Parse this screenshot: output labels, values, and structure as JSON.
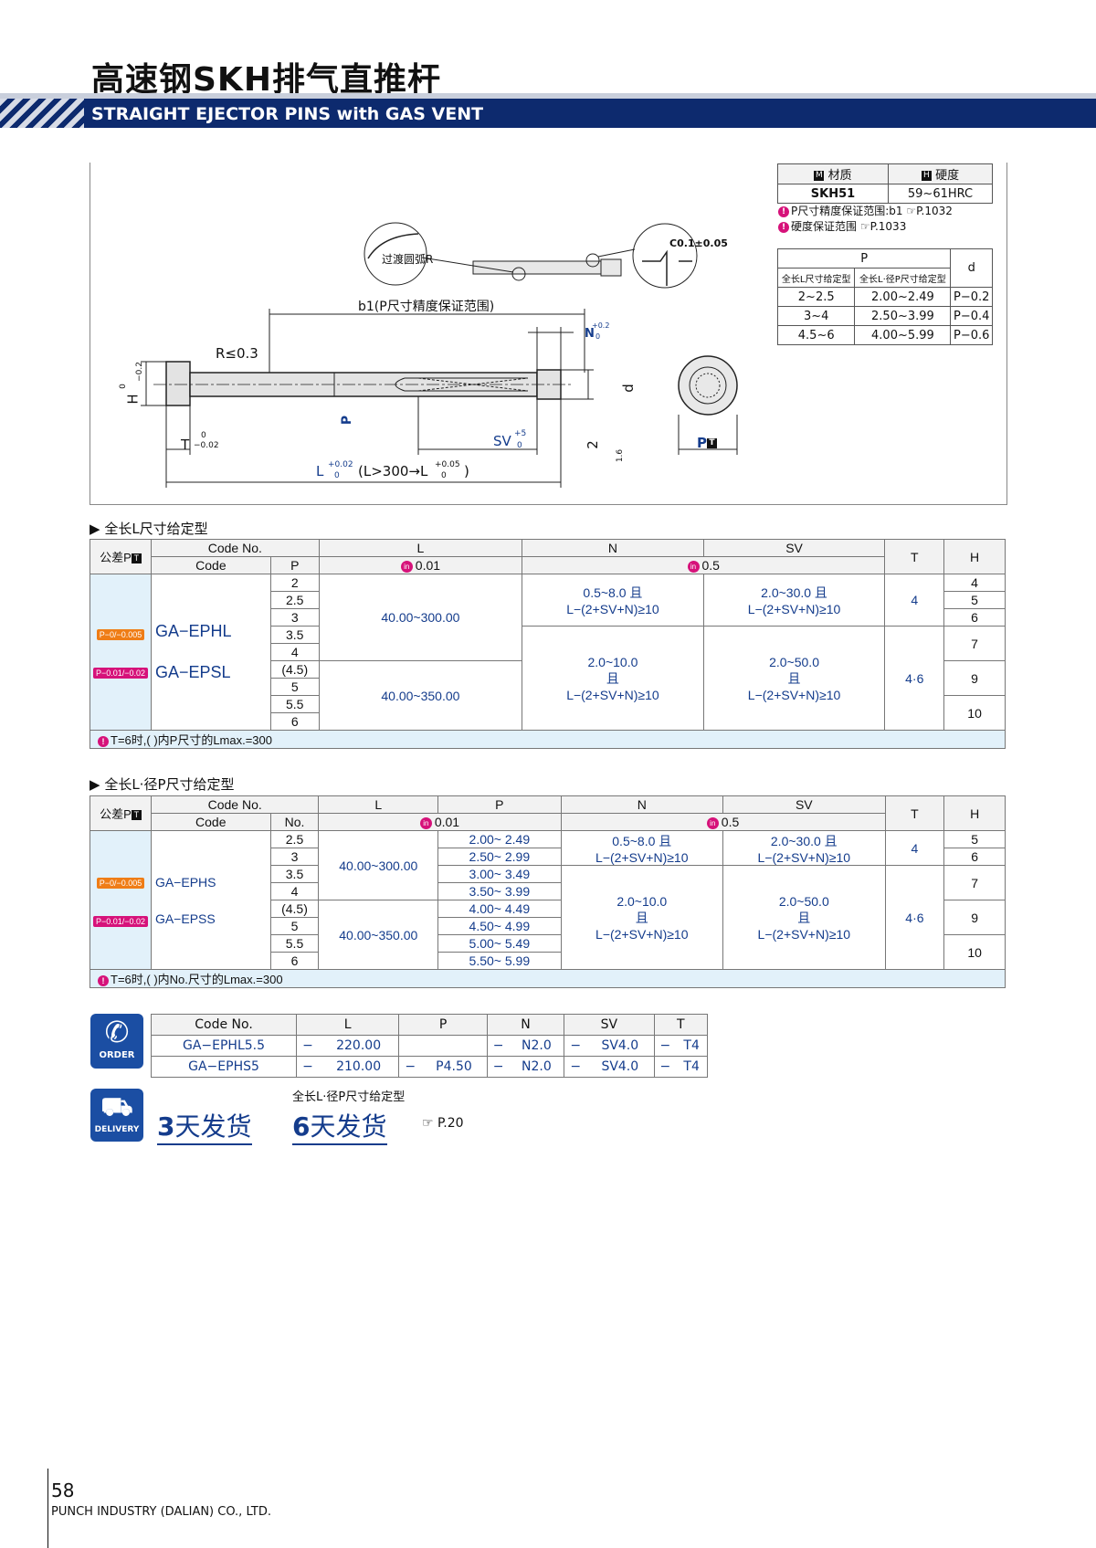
{
  "header": {
    "title_cn": "高速钢SKH排气直推杆",
    "title_en": "STRAIGHT EJECTOR PINS with GAS VENT"
  },
  "diagram": {
    "labels": {
      "b1": "b1(P尺寸精度保证范围)",
      "r": "R≤0.3",
      "transition": "过渡圆弧R",
      "c01": "C0.1±0.05",
      "h": "H",
      "h_tol_upper": "0",
      "h_tol_lower": "−0.2",
      "t": "T",
      "t_tol_upper": "0",
      "t_tol_lower": "−0.02",
      "p": "P",
      "sv": "SV",
      "sv_tol_upper": "+5",
      "sv_tol_lower": "0",
      "n": "N",
      "n_tol_upper": "+0.2",
      "n_tol_lower": "0",
      "d": "d",
      "two": "2",
      "ra": "1.6",
      "l": "L",
      "l_tol_upper": "+0.02",
      "l_tol_lower": "0",
      "l_long": "(L>300→L",
      "l_long_tol_upper": "+0.05",
      "l_long_tol_lower": "0",
      "l_long_end": ")",
      "pt": "P",
      "pt_badge": "T"
    }
  },
  "material": {
    "head_material_badge": "M",
    "head_material": "材质",
    "head_hardness_badge": "H",
    "head_hardness": "硬度",
    "material": "SKH51",
    "hardness": "59~61HRC",
    "note1": "P尺寸精度保证范围:b1",
    "note1_ref": "P.1032",
    "note2": "硬度保证范围",
    "note2_ref": "P.1033"
  },
  "ptable": {
    "head_p": "P",
    "head_d": "d",
    "sub1": "全长L尺寸给定型",
    "sub2": "全长L·径P尺寸给定型",
    "rows": [
      {
        "a": "2~2.5",
        "b": "2.00~2.49",
        "d": "P−0.2"
      },
      {
        "a": "3~4",
        "b": "2.50~3.99",
        "d": "P−0.4"
      },
      {
        "a": "4.5~6",
        "b": "4.00~5.99",
        "d": "P−0.6"
      }
    ]
  },
  "section1": {
    "title": "全长L尺寸给定型",
    "head": {
      "tol": "公差P",
      "tol_badge": "T",
      "code_no": "Code No.",
      "code": "Code",
      "p": "P",
      "l": "L",
      "n": "N",
      "sv": "SV",
      "t": "T",
      "h": "H",
      "unit_l": "0.01",
      "unit_nsv": "0.5",
      "unit_badge": "in"
    },
    "pill1": "P−0/−0.005",
    "pill2": "P−0.01/−0.02",
    "code1": "GA−EPHL",
    "code2": "GA−EPSL",
    "p_values": [
      "2",
      "2.5",
      "3",
      "3.5",
      "4",
      "(4.5)",
      "5",
      "5.5",
      "6"
    ],
    "l1": "40.00~300.00",
    "l2": "40.00~350.00",
    "n1": "0.5~8.0 且",
    "n1b": "L−(2+SV+N)≥10",
    "sv1": "2.0~30.0 且",
    "sv1b": "L−(2+SV+N)≥10",
    "n2": "2.0~10.0",
    "n2a": "且",
    "n2b": "L−(2+SV+N)≥10",
    "sv2": "2.0~50.0",
    "sv2a": "且",
    "sv2b": "L−(2+SV+N)≥10",
    "t1": "4",
    "t2": "4·6",
    "h_values": [
      "4",
      "5",
      "6",
      "7",
      "9",
      "10"
    ],
    "note": "T=6时,(  )内P尺寸的Lmax.=300"
  },
  "section2": {
    "title": "全长L·径P尺寸给定型",
    "head": {
      "tol": "公差P",
      "tol_badge": "T",
      "code_no": "Code No.",
      "code": "Code",
      "no": "No.",
      "l": "L",
      "p": "P",
      "n": "N",
      "sv": "SV",
      "t": "T",
      "h": "H",
      "unit_lp": "0.01",
      "unit_nsv": "0.5",
      "unit_badge": "in"
    },
    "pill1": "P−0/−0.005",
    "pill2": "P−0.01/−0.02",
    "code1": "GA−EPHS",
    "code2": "GA−EPSS",
    "no_values": [
      "2.5",
      "3",
      "3.5",
      "4",
      "(4.5)",
      "5",
      "5.5",
      "6"
    ],
    "p_values": [
      "2.00~ 2.49",
      "2.50~ 2.99",
      "3.00~ 3.49",
      "3.50~ 3.99",
      "4.00~ 4.49",
      "4.50~ 4.99",
      "5.00~ 5.49",
      "5.50~ 5.99"
    ],
    "l1": "40.00~300.00",
    "l2": "40.00~350.00",
    "n1": "0.5~8.0 且",
    "n1b": "L−(2+SV+N)≥10",
    "sv1": "2.0~30.0 且",
    "sv1b": "L−(2+SV+N)≥10",
    "n2": "2.0~10.0",
    "n2a": "且",
    "n2b": "L−(2+SV+N)≥10",
    "sv2": "2.0~50.0",
    "sv2a": "且",
    "sv2b": "L−(2+SV+N)≥10",
    "t1": "4",
    "t2": "4·6",
    "h_values": [
      "5",
      "6",
      "7",
      "9",
      "10"
    ],
    "note": "T=6时,(  )内No.尺寸的Lmax.=300"
  },
  "order": {
    "icon_label": "ORDER",
    "head": [
      "Code No.",
      "L",
      "P",
      "N",
      "SV",
      "T"
    ],
    "rows": [
      [
        "GA−EPHL5.5",
        "−",
        "220.00",
        "",
        "",
        "−",
        "N2.0",
        "−",
        "SV4.0",
        "−",
        "T4"
      ],
      [
        "GA−EPHS5",
        "−",
        "210.00",
        "−",
        "P4.50",
        "−",
        "N2.0",
        "−",
        "SV4.0",
        "−",
        "T4"
      ]
    ]
  },
  "delivery": {
    "icon_label": "DELIVERY",
    "d1_num": "3",
    "d1_text": "天发货",
    "d2_caption": "全长L·径P尺寸给定型",
    "d2_num": "6",
    "d2_text": "天发货",
    "ref": "P.20"
  },
  "footer": {
    "page": "58",
    "company": "PUNCH INDUSTRY (DALIAN) CO., LTD."
  }
}
